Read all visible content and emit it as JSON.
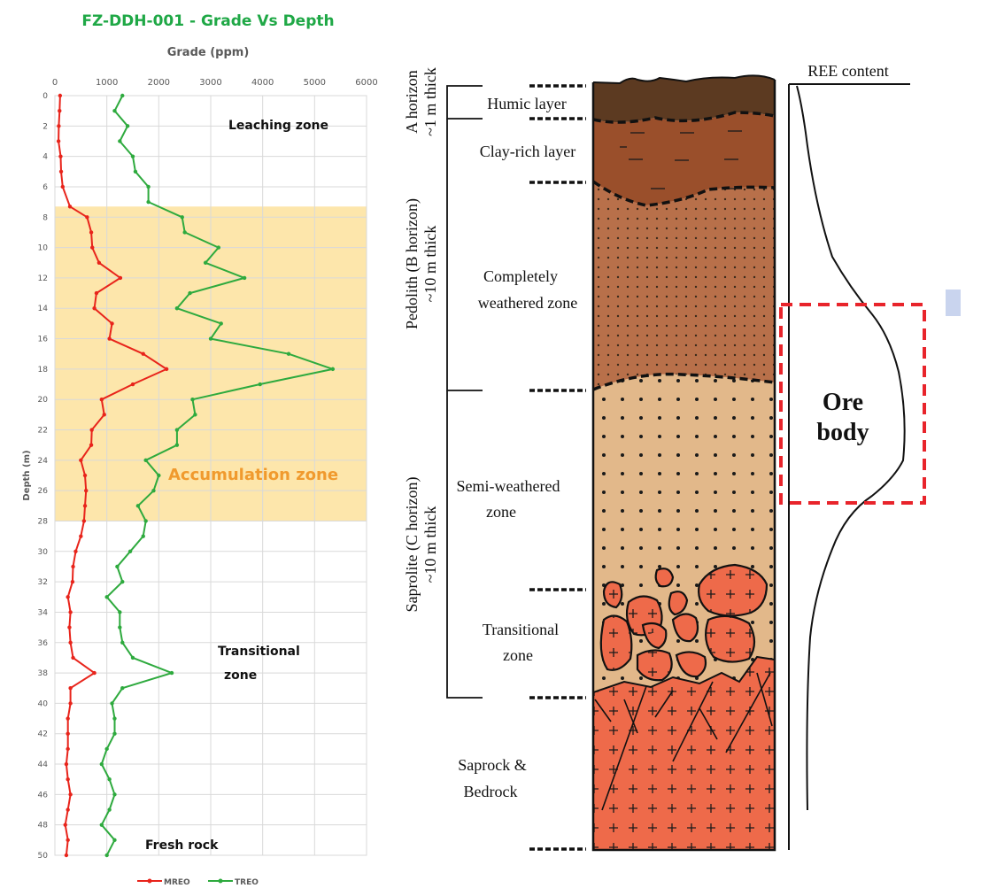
{
  "colors": {
    "title": "#1fa846",
    "mreo": "#e8241b",
    "treo": "#2eaa3e",
    "accumulation_band": "#fde6ab",
    "accumulation_text": "#f09a2e",
    "humic": "#5c3a21",
    "clay": "#9a4f2b",
    "completely_weathered": "#b8704a",
    "semi_weathered": "#e2b88a",
    "rock": "#ee6a4a",
    "ore_box": "#e8242b",
    "scrollbar_thumb": "#c9d4ee"
  },
  "chart_data": [
    {
      "type": "line",
      "title": "FZ-DDH-001 - Grade Vs Depth",
      "xlabel": "Grade (ppm)",
      "ylabel": "Depth (m)",
      "xlim": [
        0,
        6000
      ],
      "ylim": [
        0,
        50
      ],
      "x_axis_position": "top",
      "y_inverted": true,
      "grid": true,
      "legend_position": "bottom",
      "x_ticks": [
        "0",
        "1000",
        "2000",
        "3000",
        "4000",
        "5000",
        "6000"
      ],
      "y_ticks": [
        "0",
        "2",
        "4",
        "6",
        "8",
        "10",
        "12",
        "14",
        "16",
        "18",
        "20",
        "22",
        "24",
        "26",
        "28",
        "30",
        "32",
        "34",
        "36",
        "38",
        "40",
        "42",
        "44",
        "46",
        "48",
        "50"
      ],
      "bands": [
        {
          "from_depth": 7.3,
          "to_depth": 28,
          "label": "Accumulation zone"
        }
      ],
      "annotations": {
        "leaching": "Leaching zone",
        "transitional_line1": "Transitional",
        "transitional_line2": "zone",
        "fresh": "Fresh rock"
      },
      "series": [
        {
          "name": "MREO",
          "points": [
            [
              100,
              0
            ],
            [
              90,
              1
            ],
            [
              75,
              2
            ],
            [
              70,
              3
            ],
            [
              110,
              4
            ],
            [
              120,
              5
            ],
            [
              150,
              6
            ],
            [
              290,
              7.3
            ],
            [
              620,
              8
            ],
            [
              700,
              9
            ],
            [
              720,
              10
            ],
            [
              850,
              11
            ],
            [
              1260,
              12
            ],
            [
              800,
              13
            ],
            [
              760,
              14
            ],
            [
              1100,
              15
            ],
            [
              1050,
              16
            ],
            [
              1700,
              17
            ],
            [
              2150,
              18
            ],
            [
              1500,
              19
            ],
            [
              900,
              20
            ],
            [
              950,
              21
            ],
            [
              710,
              22
            ],
            [
              700,
              23
            ],
            [
              500,
              24
            ],
            [
              580,
              25
            ],
            [
              600,
              26
            ],
            [
              580,
              27
            ],
            [
              560,
              28
            ],
            [
              500,
              29
            ],
            [
              400,
              30
            ],
            [
              350,
              31
            ],
            [
              340,
              32
            ],
            [
              250,
              33
            ],
            [
              300,
              34
            ],
            [
              280,
              35
            ],
            [
              300,
              36
            ],
            [
              350,
              37
            ],
            [
              760,
              38
            ],
            [
              300,
              39
            ],
            [
              300,
              40
            ],
            [
              250,
              41
            ],
            [
              250,
              42
            ],
            [
              250,
              43
            ],
            [
              220,
              44
            ],
            [
              250,
              45
            ],
            [
              300,
              46
            ],
            [
              250,
              47
            ],
            [
              200,
              48
            ],
            [
              250,
              49
            ],
            [
              220,
              50
            ]
          ]
        },
        {
          "name": "TREO",
          "points": [
            [
              1300,
              0
            ],
            [
              1150,
              1
            ],
            [
              1400,
              2
            ],
            [
              1250,
              3
            ],
            [
              1500,
              4
            ],
            [
              1550,
              5
            ],
            [
              1800,
              6
            ],
            [
              1800,
              7
            ],
            [
              2450,
              8
            ],
            [
              2500,
              9
            ],
            [
              3150,
              10
            ],
            [
              2900,
              11
            ],
            [
              3650,
              12
            ],
            [
              2600,
              13
            ],
            [
              2350,
              14
            ],
            [
              3200,
              15
            ],
            [
              3000,
              16
            ],
            [
              4500,
              17
            ],
            [
              5350,
              18
            ],
            [
              3950,
              19
            ],
            [
              2650,
              20
            ],
            [
              2700,
              21
            ],
            [
              2350,
              22
            ],
            [
              2350,
              23
            ],
            [
              1750,
              24
            ],
            [
              2000,
              25
            ],
            [
              1900,
              26
            ],
            [
              1600,
              27
            ],
            [
              1750,
              28
            ],
            [
              1700,
              29
            ],
            [
              1450,
              30
            ],
            [
              1200,
              31
            ],
            [
              1300,
              32
            ],
            [
              1000,
              33
            ],
            [
              1250,
              34
            ],
            [
              1250,
              35
            ],
            [
              1300,
              36
            ],
            [
              1500,
              37
            ],
            [
              2250,
              38
            ],
            [
              1300,
              39
            ],
            [
              1100,
              40
            ],
            [
              1150,
              41
            ],
            [
              1150,
              42
            ],
            [
              1000,
              43
            ],
            [
              900,
              44
            ],
            [
              1050,
              45
            ],
            [
              1150,
              46
            ],
            [
              1050,
              47
            ],
            [
              900,
              48
            ],
            [
              1150,
              49
            ],
            [
              1000,
              50
            ]
          ]
        }
      ]
    },
    {
      "type": "diagram",
      "title": "",
      "xlabel": "REE content",
      "ylabel": "",
      "horizon_labels": {
        "a_line1": "A horizon",
        "a_line2": "~1 m thick",
        "b_line1": "Pedolith (B horizon)",
        "b_line2": "~10 m thick",
        "c_line1": "Saprolite (C horizon)",
        "c_line2": "~10 m thick"
      },
      "layers": [
        {
          "name": "humic",
          "lines": [
            "Humic layer"
          ]
        },
        {
          "name": "clay",
          "lines": [
            "Clay-rich layer"
          ]
        },
        {
          "name": "completely",
          "lines": [
            "Completely",
            "weathered zone"
          ]
        },
        {
          "name": "semi",
          "lines": [
            "Semi-weathered",
            "zone"
          ]
        },
        {
          "name": "transitional",
          "lines": [
            "Transitional",
            "zone"
          ]
        },
        {
          "name": "bedrock",
          "lines": [
            "Saprock &",
            "Bedrock"
          ]
        }
      ],
      "ore_body": {
        "line1": "Ore",
        "line2": "body"
      }
    }
  ]
}
